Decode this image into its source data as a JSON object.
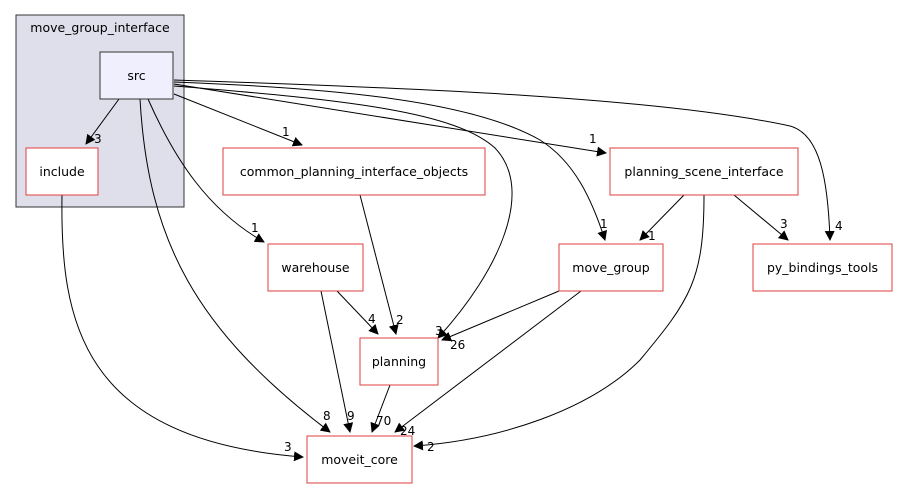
{
  "cluster": {
    "label": "move_group_interface",
    "fill": "#dfdfec",
    "stroke": "#333333"
  },
  "colors": {
    "node_border": "#e13f3f",
    "src_fill": "#efeffe",
    "src_border": "#333333",
    "edge": "#000000"
  },
  "nodes": [
    {
      "id": "src",
      "label": "src"
    },
    {
      "id": "include",
      "label": "include"
    },
    {
      "id": "cpio",
      "label": "common_planning_interface_objects"
    },
    {
      "id": "psi",
      "label": "planning_scene_interface"
    },
    {
      "id": "warehouse",
      "label": "warehouse"
    },
    {
      "id": "move_group",
      "label": "move_group"
    },
    {
      "id": "pbt",
      "label": "py_bindings_tools"
    },
    {
      "id": "planning",
      "label": "planning"
    },
    {
      "id": "moveit_core",
      "label": "moveit_core"
    }
  ],
  "edges": [
    {
      "from": "src",
      "to": "include",
      "label": "3"
    },
    {
      "from": "src",
      "to": "cpio",
      "label": "1"
    },
    {
      "from": "src",
      "to": "psi",
      "label": "1"
    },
    {
      "from": "src",
      "to": "warehouse",
      "label": "1"
    },
    {
      "from": "src",
      "to": "move_group",
      "label": "1"
    },
    {
      "from": "src",
      "to": "pbt",
      "label": "4"
    },
    {
      "from": "src",
      "to": "planning",
      "label": "3"
    },
    {
      "from": "src",
      "to": "moveit_core",
      "label": "8"
    },
    {
      "from": "include",
      "to": "moveit_core",
      "label": "3"
    },
    {
      "from": "cpio",
      "to": "planning",
      "label": "2"
    },
    {
      "from": "psi",
      "to": "move_group",
      "label": "1"
    },
    {
      "from": "psi",
      "to": "pbt",
      "label": "3"
    },
    {
      "from": "psi",
      "to": "moveit_core",
      "label": "2"
    },
    {
      "from": "warehouse",
      "to": "planning",
      "label": "4"
    },
    {
      "from": "warehouse",
      "to": "moveit_core",
      "label": "9"
    },
    {
      "from": "move_group",
      "to": "planning",
      "label": "26"
    },
    {
      "from": "move_group",
      "to": "moveit_core",
      "label": "24"
    },
    {
      "from": "planning",
      "to": "moveit_core",
      "label": "70"
    }
  ]
}
